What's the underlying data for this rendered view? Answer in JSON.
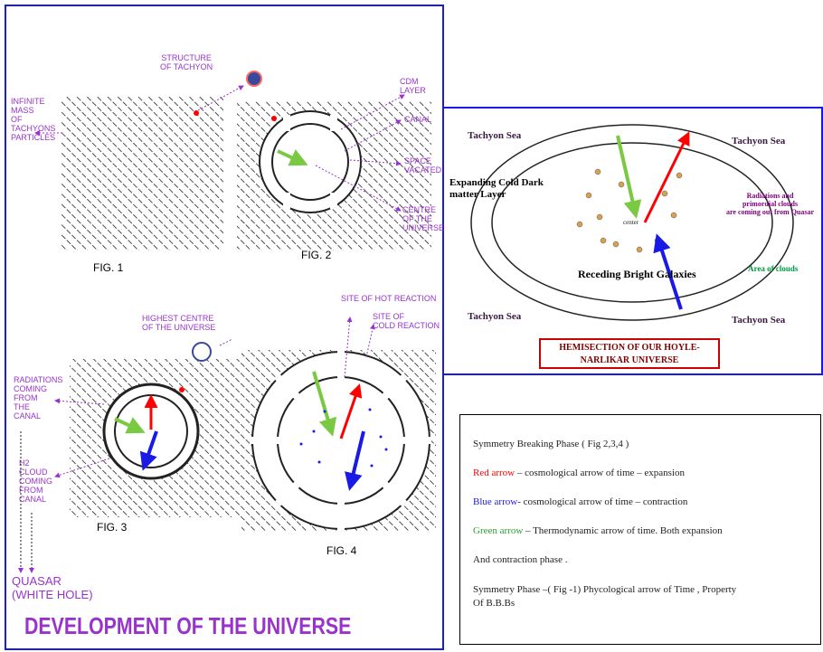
{
  "left_panel": {
    "title": "DEVELOPMENT OF THE UNIVERSE",
    "fig1": "FIG. 1",
    "fig2": "FIG. 2",
    "fig3": "FIG. 3",
    "fig4": "FIG. 4",
    "structure_of_tachyon": "STRUCTURE\nOF TACHYON",
    "infinite_mass": "INFINITE\nMASS\nOF\nTACHYONS\nPARTICLES",
    "cdm_layer": "CDM\nLAYER",
    "canal": "CANAL",
    "space_vacated": "SPACE\nVACATED",
    "centre_universe": "CENTRE\nOF THE\nUNIVERSE",
    "highest_centre": "HIGHEST CENTRE\nOF THE UNIVERSE",
    "hot_reaction": "SITE OF HOT REACTION",
    "cold_reaction": "SITE OF\nCOLD REACTION",
    "radiations_canal": "RADIATIONS\nCOMING\nFROM\nTHE\nCANAL",
    "h2_cloud": "H2\nCLOUD\nCOMING\nFROM\nCANAL",
    "quasar": "QUASAR\n(WHITE HOLE)"
  },
  "hemisection": {
    "tachyon_sea_tl": "Tachyon Sea",
    "tachyon_sea_tr": "Tachyon Sea",
    "tachyon_sea_bl": "Tachyon Sea",
    "tachyon_sea_br": "Tachyon Sea",
    "expanding_cdm": "Expanding Cold Dark\nmatter Layer",
    "center": "center",
    "radiations": "Radiations and\nprimordial clouds\nare coming out from Quasar",
    "area_of_clouds": "Area of clouds",
    "receding": "Receding Bright Galaxies",
    "caption": "HEMISECTION OF OUR HOYLE-\nNARLIKAR UNIVERSE"
  },
  "legend": {
    "line1": "Symmetry Breaking Phase  ( Fig 2,3,4 )",
    "red_label": "Red arrow",
    "red_text": " – cosmological arrow of time – expansion",
    "blue_label": "Blue arrow",
    "blue_text": "- cosmological arrow of time – contraction",
    "green_label": "Green arrow",
    "green_text": " – Thermodynamic arrow of time.  Both expansion",
    "line5": "And  contraction phase .",
    "line6": "Symmetry Phase –( Fig -1) Phycological arrow of Time , Property\nOf  B.B.Bs"
  },
  "colors": {
    "purple": "#9933cc",
    "red": "#ff0000",
    "blue": "#1a1ae6",
    "green": "#7ac943",
    "border": "#1a1ae6"
  }
}
